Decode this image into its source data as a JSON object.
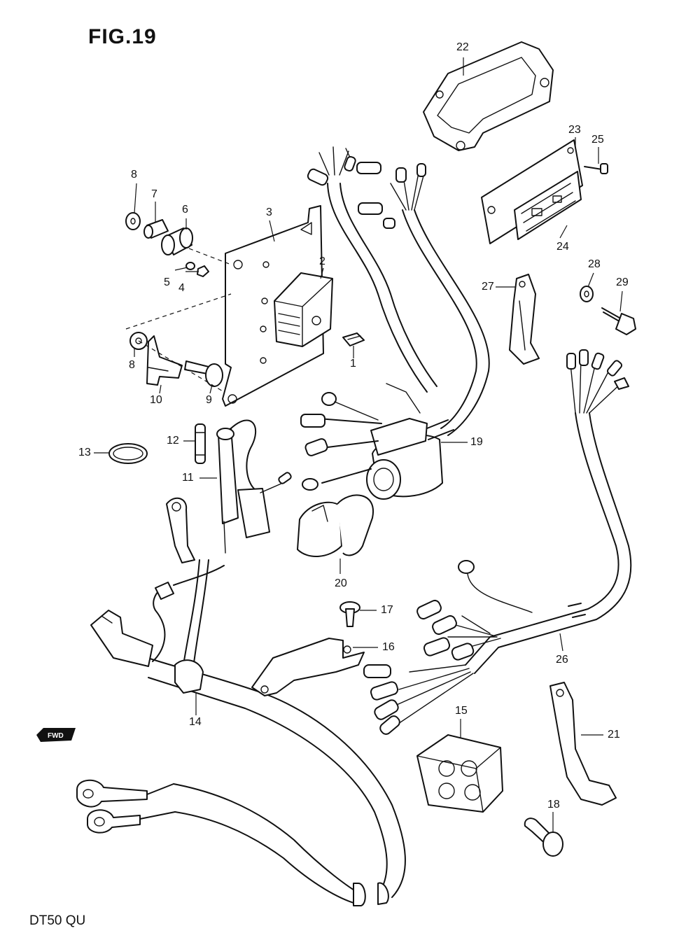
{
  "figure": {
    "title": "FIG.19",
    "model": "DT50 QU",
    "direction_badge": "FWD"
  },
  "callouts": {
    "p1": "1",
    "p2": "2",
    "p3": "3",
    "p4": "4",
    "p5": "5",
    "p6": "6",
    "p7": "7",
    "p8a": "8",
    "p8b": "8",
    "p9": "9",
    "p10": "10",
    "p11": "11",
    "p12": "12",
    "p13": "13",
    "p14": "14",
    "p15": "15",
    "p16": "16",
    "p17": "17",
    "p18": "18",
    "p19": "19",
    "p20": "20",
    "p21": "21",
    "p22": "22",
    "p23": "23",
    "p24": "24",
    "p25": "25",
    "p26": "26",
    "p27": "27",
    "p28": "28",
    "p29": "29"
  }
}
